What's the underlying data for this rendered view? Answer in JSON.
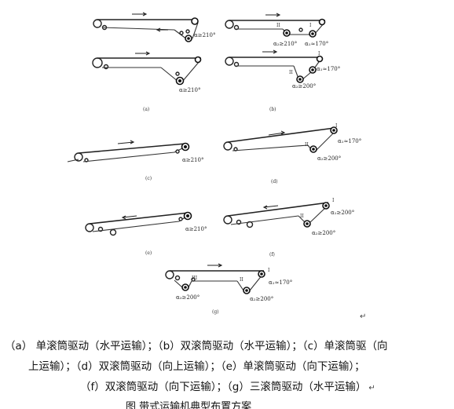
{
  "panels": [
    {
      "id": "a",
      "label": "(a)",
      "angles": [
        "α≥210°",
        "α≥210°"
      ]
    },
    {
      "id": "b",
      "label": "(b)",
      "rollers": [
        "II",
        "I",
        "I",
        "II"
      ],
      "angles": [
        "α₂≥210°",
        "α₁≈170°",
        "α₁≈170°",
        "α₂≥200°"
      ]
    },
    {
      "id": "c",
      "label": "(c)",
      "angles": [
        "α≥210°"
      ]
    },
    {
      "id": "d",
      "label": "(d)",
      "rollers": [
        "I",
        "II"
      ],
      "angles": [
        "α₁≈170°",
        "α₂≥200°"
      ]
    },
    {
      "id": "e",
      "label": "(e)",
      "angles": [
        "α≥210°"
      ]
    },
    {
      "id": "f",
      "label": "(f)",
      "rollers": [
        "I",
        "II"
      ],
      "angles": [
        "α₁≥200°",
        "α₂≥200°"
      ]
    },
    {
      "id": "g",
      "label": "(g)",
      "rollers": [
        "III",
        "II",
        "I"
      ],
      "angles": [
        "α₃≥200°",
        "α₂≥200°",
        "α₁≈170°"
      ]
    }
  ],
  "caption": {
    "line1": "（a） 单滚筒驱动（水平运输）；（b）双滚筒驱动（水平运输）；（c）单滚筒驱（向",
    "line2": "上运输）；（d）双滚筒驱动（向上运输）；（e）单滚筒驱动（向下运输）；",
    "line3": "（f）双滚筒驱动（向下运输）；（g）三滚筒驱动（水平运输）",
    "line4": "图  带式运输机典型布置方案",
    "return_mark": "↵"
  }
}
